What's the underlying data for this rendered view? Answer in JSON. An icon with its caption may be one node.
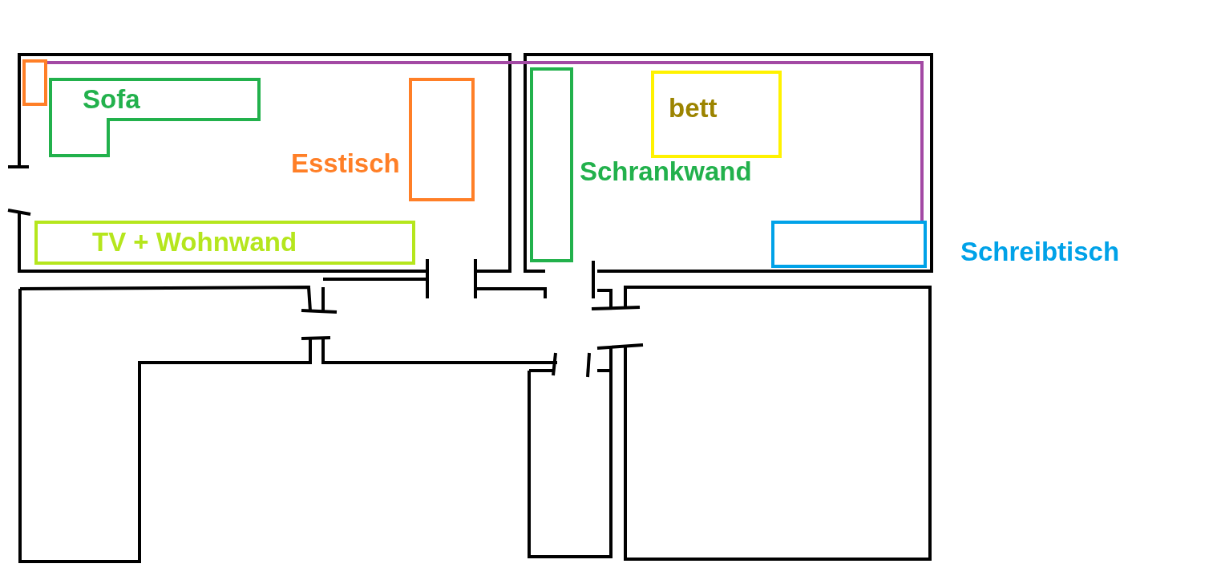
{
  "diagram": {
    "nodes": [
      {
        "text": [],
        "shape": "box"
      },
      {
        "text": [
          "Sofa"
        ]
      },
      {
        "text": [
          "Esstisch"
        ]
      },
      {
        "text": [
          "TV + Wohnwand"
        ]
      },
      {
        "text": [
          "Schrankwand"
        ]
      },
      {
        "text": [
          "bett"
        ]
      },
      {
        "text": [
          "Schreibtisch"
        ]
      }
    ],
    "edges": [
      {
        "from": 0,
        "to": 6,
        "arrow": "none",
        "color": "#a349a4"
      }
    ]
  }
}
